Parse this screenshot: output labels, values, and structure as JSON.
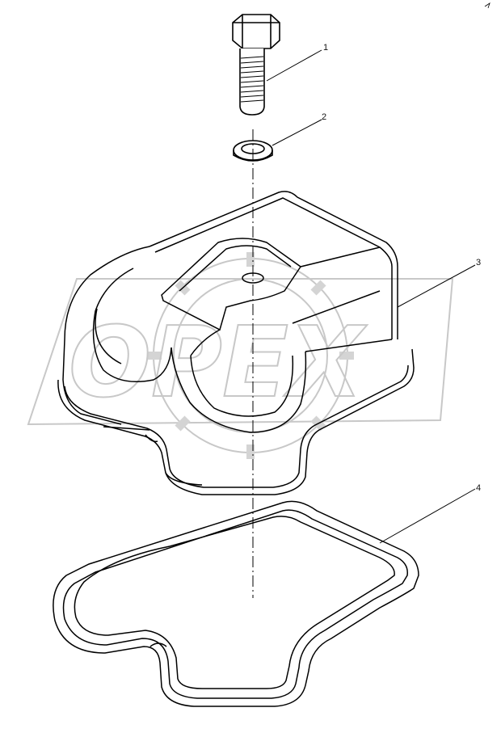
{
  "diagram": {
    "callouts": [
      {
        "label": "1",
        "part": "bolt"
      },
      {
        "label": "2",
        "part": "washer"
      },
      {
        "label": "3",
        "part": "cover"
      },
      {
        "label": "4",
        "part": "gasket"
      }
    ],
    "watermark": "OPEX",
    "colors": {
      "line": "#000000",
      "watermark": "#c8c8c8"
    }
  }
}
